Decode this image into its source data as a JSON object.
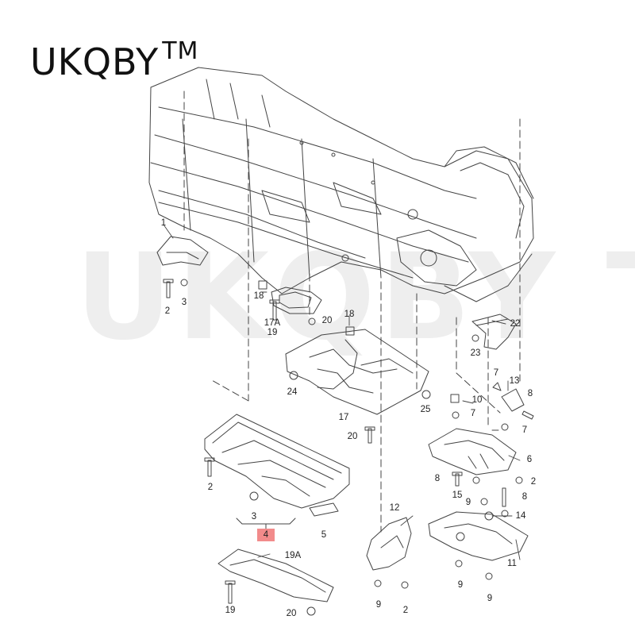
{
  "brand": {
    "name": "UKQBY",
    "mark": "TM"
  },
  "watermark": "UKQBY TM",
  "highlight_color": "#f28b8b",
  "line_color": "#444444",
  "callouts": [
    {
      "id": "c1",
      "label": "1"
    },
    {
      "id": "c2a",
      "label": "2"
    },
    {
      "id": "c3a",
      "label": "3"
    },
    {
      "id": "c18a",
      "label": "18"
    },
    {
      "id": "c17A",
      "label": "17A"
    },
    {
      "id": "c19a",
      "label": "19"
    },
    {
      "id": "c20a",
      "label": "20"
    },
    {
      "id": "c18b",
      "label": "18"
    },
    {
      "id": "c24",
      "label": "24"
    },
    {
      "id": "c17",
      "label": "17"
    },
    {
      "id": "c25",
      "label": "25"
    },
    {
      "id": "c20b",
      "label": "20"
    },
    {
      "id": "c22",
      "label": "22"
    },
    {
      "id": "c23",
      "label": "23"
    },
    {
      "id": "c7a",
      "label": "7"
    },
    {
      "id": "c13",
      "label": "13"
    },
    {
      "id": "c8a",
      "label": "8"
    },
    {
      "id": "c10",
      "label": "10"
    },
    {
      "id": "c7b",
      "label": "7"
    },
    {
      "id": "c7c",
      "label": "7"
    },
    {
      "id": "c6",
      "label": "6"
    },
    {
      "id": "c8b",
      "label": "8"
    },
    {
      "id": "c2b",
      "label": "2"
    },
    {
      "id": "c15",
      "label": "15"
    },
    {
      "id": "c8c",
      "label": "8"
    },
    {
      "id": "c9a",
      "label": "9"
    },
    {
      "id": "c14",
      "label": "14"
    },
    {
      "id": "c2c",
      "label": "2"
    },
    {
      "id": "c3b",
      "label": "3"
    },
    {
      "id": "c4",
      "label": "4"
    },
    {
      "id": "c5",
      "label": "5"
    },
    {
      "id": "c12",
      "label": "12"
    },
    {
      "id": "c11",
      "label": "11"
    },
    {
      "id": "c19A",
      "label": "19A"
    },
    {
      "id": "c19b",
      "label": "19"
    },
    {
      "id": "c20c",
      "label": "20"
    },
    {
      "id": "c9b",
      "label": "9"
    },
    {
      "id": "c2d",
      "label": "2"
    },
    {
      "id": "c9c",
      "label": "9"
    },
    {
      "id": "c9d",
      "label": "9"
    }
  ]
}
